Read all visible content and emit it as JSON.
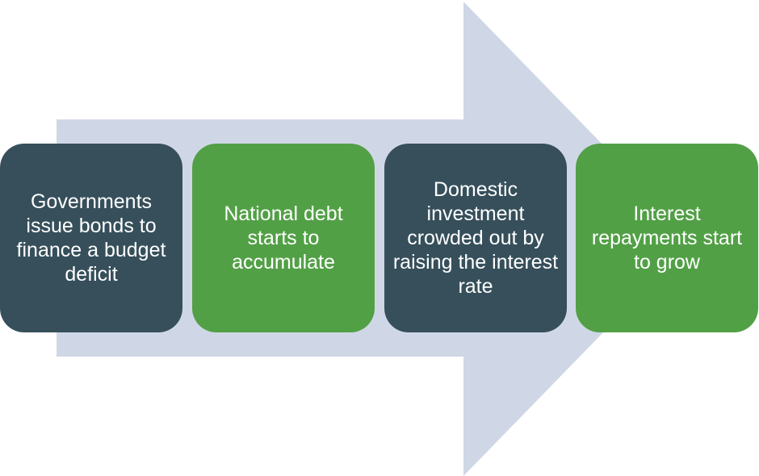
{
  "colors": {
    "arrow": "#cfd7e6",
    "dark_step": "#364f5b",
    "green_step": "#52a046",
    "text": "#ffffff"
  },
  "steps": [
    {
      "text": "Governments issue bonds to finance a budget deficit",
      "color": "#364f5b"
    },
    {
      "text": "National debt starts to accumulate",
      "color": "#52a046"
    },
    {
      "text": "Domestic investment crowded out by raising the interest rate",
      "color": "#364f5b"
    },
    {
      "text": "Interest repayments start to grow",
      "color": "#52a046"
    }
  ]
}
